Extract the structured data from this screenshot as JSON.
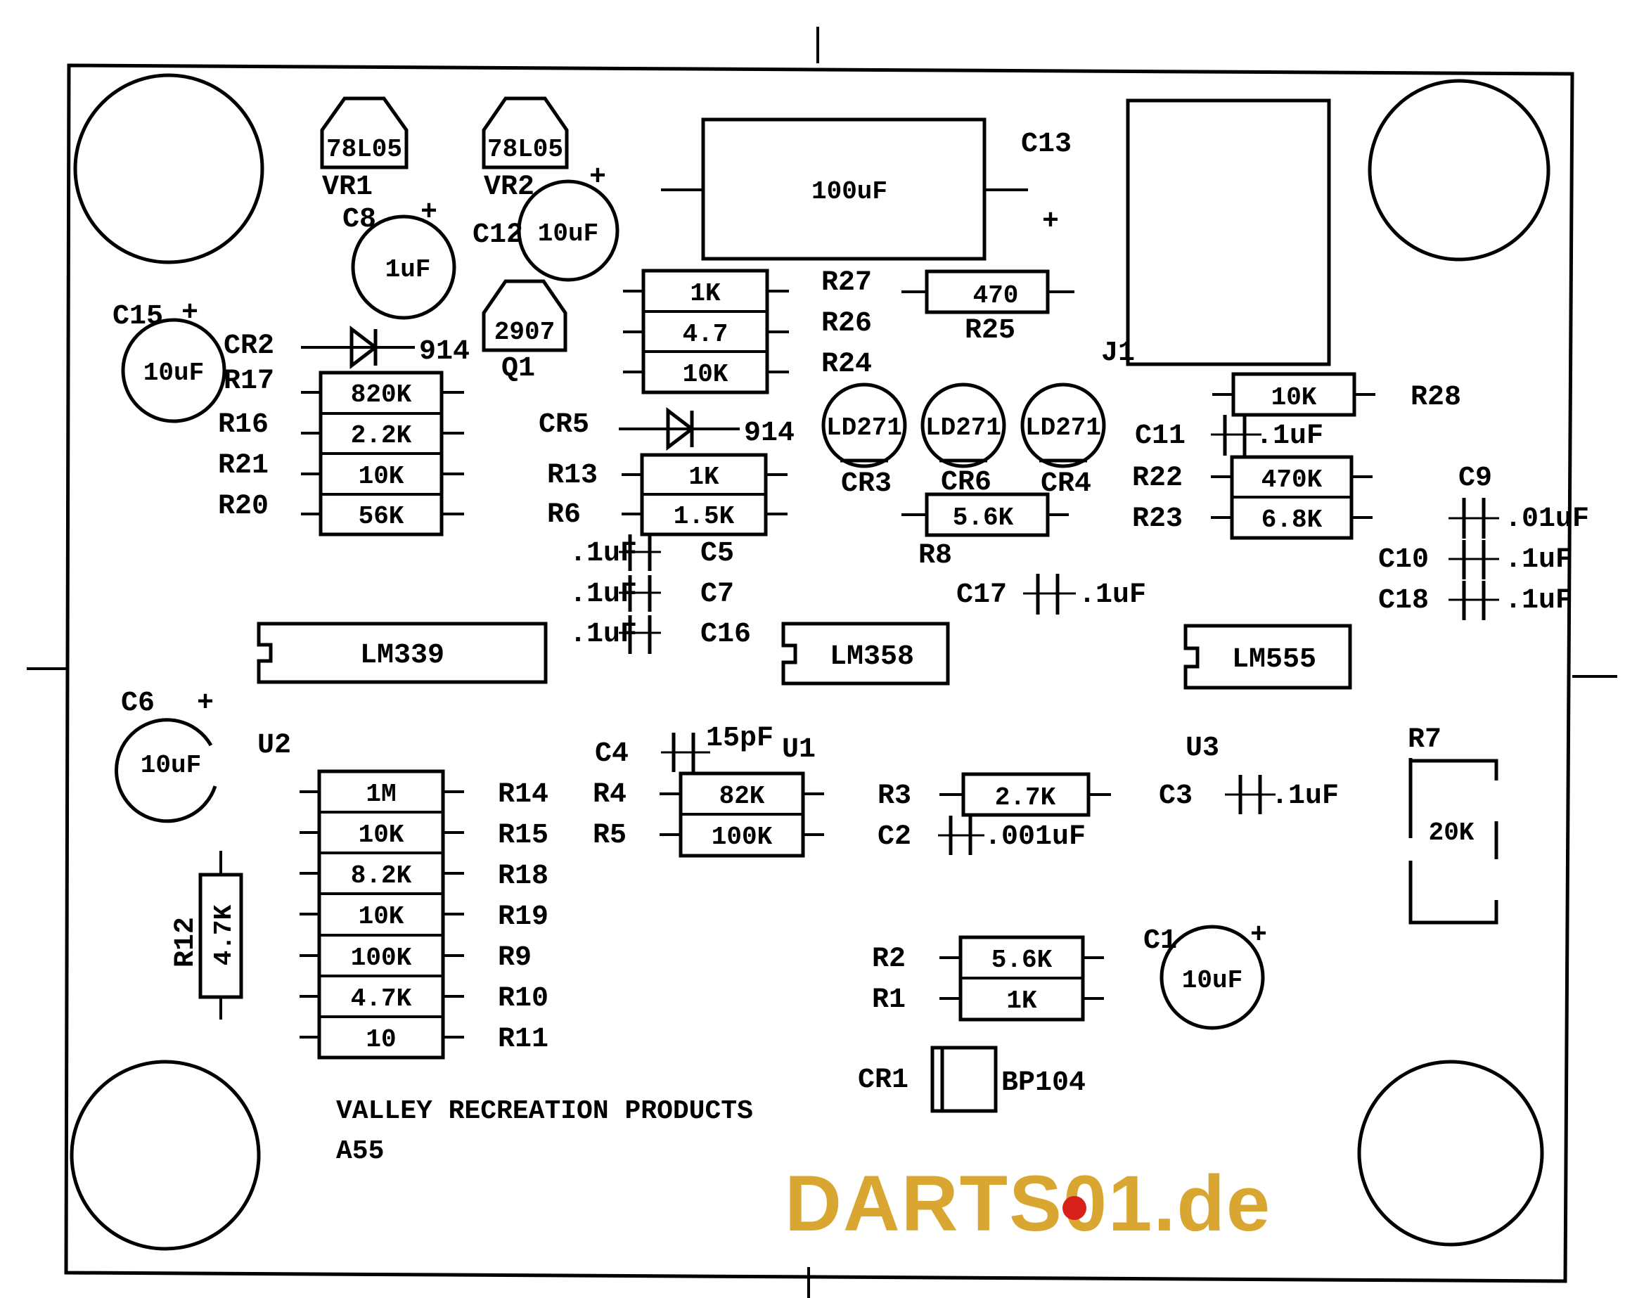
{
  "colors": {
    "ink": "#000000",
    "paper": "#ffffff",
    "logo_gold": "#d9a632",
    "logo_red": "#d8201a"
  },
  "board_title": "VALLEY RECREATION PRODUCTS",
  "board_subtitle": "A55",
  "logo_text": "DARTS01.de",
  "regulators": [
    {
      "ref": "VR1",
      "part": "78L05"
    },
    {
      "ref": "VR2",
      "part": "78L05"
    }
  ],
  "transistors": [
    {
      "ref": "Q1",
      "part": "2907"
    }
  ],
  "electrolytic_caps": [
    {
      "ref": "C8",
      "value": "1uF",
      "polarity": "+"
    },
    {
      "ref": "C12",
      "value": "10uF",
      "polarity": "+"
    },
    {
      "ref": "C15",
      "value": "10uF",
      "polarity": "+"
    },
    {
      "ref": "C6",
      "value": "10uF",
      "polarity": "+"
    },
    {
      "ref": "C1",
      "value": "10uF",
      "polarity": "+"
    },
    {
      "ref": "C13",
      "value": "100uF",
      "polarity": "+"
    }
  ],
  "diodes": [
    {
      "ref": "CR2",
      "part": "914"
    },
    {
      "ref": "CR5",
      "part": "914"
    }
  ],
  "leds": [
    {
      "ref": "CR3",
      "part": "LD271"
    },
    {
      "ref": "CR6",
      "part": "LD271"
    },
    {
      "ref": "CR4",
      "part": "LD271"
    }
  ],
  "resistor_stacks": {
    "left_top": [
      {
        "ref": "R17",
        "value": "820K"
      },
      {
        "ref": "R16",
        "value": "2.2K"
      },
      {
        "ref": "R21",
        "value": "10K"
      },
      {
        "ref": "R20",
        "value": "56K"
      }
    ],
    "center_top": [
      {
        "ref": "R27",
        "value": "1K"
      },
      {
        "ref": "R26",
        "value": "4.7"
      },
      {
        "ref": "R24",
        "value": "10K"
      }
    ],
    "center_mid": [
      {
        "ref": "R13",
        "value": "1K"
      },
      {
        "ref": "R6",
        "value": "1.5K"
      }
    ],
    "right_top": [
      {
        "ref": "R28",
        "value": "10K"
      },
      {
        "ref": "R22",
        "value": "470K"
      },
      {
        "ref": "R23",
        "value": "6.8K"
      }
    ],
    "left_bottom": [
      {
        "ref": "R14",
        "value": "1M"
      },
      {
        "ref": "R15",
        "value": "10K"
      },
      {
        "ref": "R18",
        "value": "8.2K"
      },
      {
        "ref": "R19",
        "value": "10K"
      },
      {
        "ref": "R9",
        "value": "100K"
      },
      {
        "ref": "R10",
        "value": "4.7K"
      },
      {
        "ref": "R11",
        "value": "10"
      }
    ],
    "center_bottom": [
      {
        "ref": "R4",
        "value": "82K"
      },
      {
        "ref": "R5",
        "value": "100K"
      }
    ],
    "lower_right": [
      {
        "ref": "R2",
        "value": "5.6K"
      },
      {
        "ref": "R1",
        "value": "1K"
      }
    ]
  },
  "single_resistors": [
    {
      "ref": "R25",
      "value": "470"
    },
    {
      "ref": "R8",
      "value": "5.6K"
    },
    {
      "ref": "R3",
      "value": "2.7K"
    },
    {
      "ref": "R12",
      "value": "4.7K"
    }
  ],
  "film_caps": [
    {
      "ref": "C5",
      "value": ".1uF"
    },
    {
      "ref": "C7",
      "value": ".1uF"
    },
    {
      "ref": "C16",
      "value": ".1uF"
    },
    {
      "ref": "C17",
      "value": ".1uF"
    },
    {
      "ref": "C11",
      "value": ".1uF"
    },
    {
      "ref": "C9",
      "value": ".01uF"
    },
    {
      "ref": "C10",
      "value": ".1uF"
    },
    {
      "ref": "C18",
      "value": ".1uF"
    },
    {
      "ref": "C4",
      "value": "15pF"
    },
    {
      "ref": "C3",
      "value": ".1uF"
    },
    {
      "ref": "C2",
      "value": ".001uF"
    }
  ],
  "ics": [
    {
      "ref": "U2",
      "part": "LM339"
    },
    {
      "ref": "U1",
      "part": "LM358"
    },
    {
      "ref": "U3",
      "part": "LM555"
    }
  ],
  "pot": {
    "ref": "R7",
    "value": "20K"
  },
  "connector": {
    "ref": "J1"
  },
  "photodiode": {
    "ref": "CR1",
    "part": "BP104"
  }
}
